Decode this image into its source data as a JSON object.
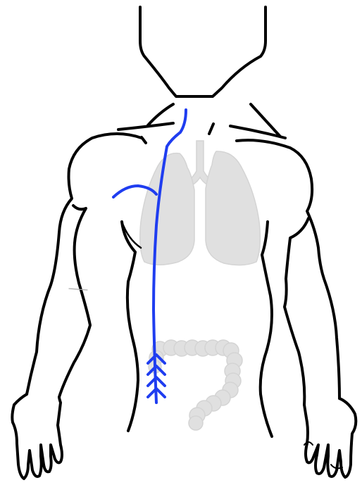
{
  "diagram": {
    "subject": "torso-anatomy-illustration",
    "colors": {
      "background": "#ffffff",
      "outline": "#000000",
      "organs": "#e0e0e0",
      "organs_outline": "#d2d2d2",
      "vessel": "#1f3df0"
    },
    "parts": {
      "head_neck": "neck-outline",
      "shoulders": "shoulder-outline",
      "arms": [
        "left-arm-outline",
        "right-arm-outline"
      ],
      "hands": [
        "left-hand-outline",
        "right-hand-outline"
      ],
      "organs": [
        "lungs",
        "trachea",
        "colon"
      ],
      "vessel": "blue-vessel-line"
    }
  }
}
